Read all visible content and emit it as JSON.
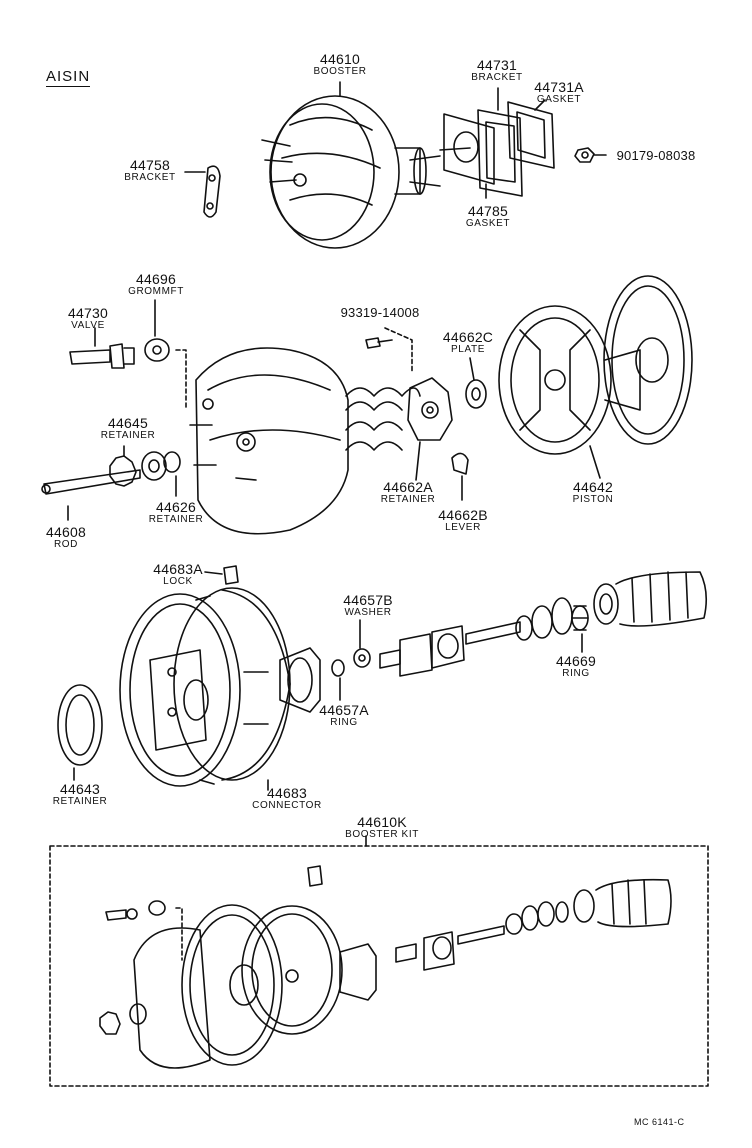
{
  "brand": "AISIN",
  "drawing_code": "MC 6141-C",
  "parts": {
    "p44610": {
      "number": "44610",
      "name": "BOOSTER"
    },
    "p44731": {
      "number": "44731",
      "name": "BRACKET"
    },
    "p44731a": {
      "number": "44731A",
      "name": "GASKET"
    },
    "p44758": {
      "number": "44758",
      "name": "BRACKET"
    },
    "p90179": {
      "number": "90179-08038"
    },
    "p44785": {
      "number": "44785",
      "name": "GASKET"
    },
    "p44696": {
      "number": "44696",
      "name": "GROMMFT"
    },
    "p44730": {
      "number": "44730",
      "name": "VALVE"
    },
    "p93319": {
      "number": "93319-14008"
    },
    "p44662c": {
      "number": "44662C",
      "name": "PLATE"
    },
    "p44645": {
      "number": "44645",
      "name": "RETAINER"
    },
    "p44662a": {
      "number": "44662A",
      "name": "RETAINER"
    },
    "p44642": {
      "number": "44642",
      "name": "PISTON"
    },
    "p44626": {
      "number": "44626",
      "name": "RETAINER"
    },
    "p44662b": {
      "number": "44662B",
      "name": "LEVER"
    },
    "p44608": {
      "number": "44608",
      "name": "ROD"
    },
    "p44683a": {
      "number": "44683A",
      "name": "LOCK"
    },
    "p44657b": {
      "number": "44657B",
      "name": "WASHER"
    },
    "p44669": {
      "number": "44669",
      "name": "RING"
    },
    "p44657a": {
      "number": "44657A",
      "name": "RING"
    },
    "p44643": {
      "number": "44643",
      "name": "RETAINER"
    },
    "p44683": {
      "number": "44683",
      "name": "CONNECTOR"
    },
    "p44610k": {
      "number": "44610K",
      "name": "BOOSTER KIT"
    }
  }
}
